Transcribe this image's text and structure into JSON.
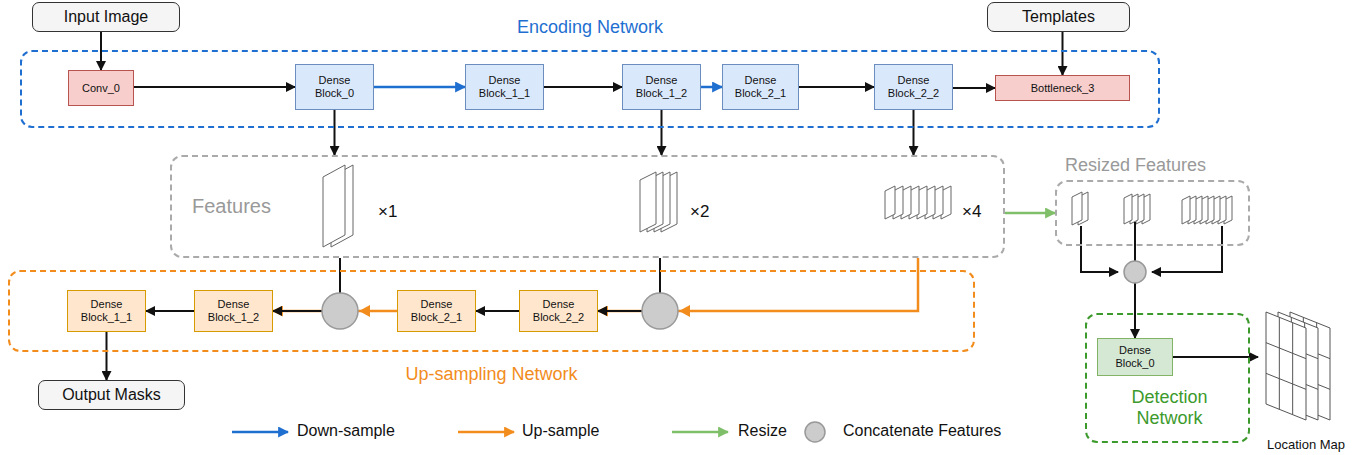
{
  "diagram": {
    "nodes": [
      {
        "text": [
          "Input Image"
        ]
      },
      {
        "text": [
          "Templates"
        ]
      },
      {
        "text": [
          "Encoding Network"
        ]
      },
      {
        "text": [
          "Conv_0"
        ],
        "in": 2
      },
      {
        "text": [
          "Dense Block_0"
        ],
        "in": 2
      },
      {
        "text": [
          "Dense Block_1_1"
        ],
        "in": 2
      },
      {
        "text": [
          "Dense Block_1_2"
        ],
        "in": 2
      },
      {
        "text": [
          "Dense Block_2_1"
        ],
        "in": 2
      },
      {
        "text": [
          "Dense Block_2_2"
        ],
        "in": 2
      },
      {
        "text": [
          "Bottleneck_3"
        ],
        "in": 2
      },
      {
        "text": [
          "Features"
        ]
      },
      {
        "text": [
          "Resized Features"
        ]
      },
      {
        "text": [
          "Up-sampling Network"
        ]
      },
      {
        "text": [
          "Dense Block_1_1"
        ],
        "in": 12
      },
      {
        "text": [
          "Dense Block_1_2"
        ],
        "in": 12
      },
      {
        "text": [
          "Dense Block_2_1"
        ],
        "in": 12
      },
      {
        "text": [
          "Dense Block_2_2"
        ],
        "in": 12
      },
      {
        "text": [
          "Output Masks"
        ]
      },
      {
        "text": [
          "Detection Network"
        ]
      },
      {
        "text": [
          "Dense Block_0"
        ],
        "in": 18
      },
      {
        "text": [
          "Location Map"
        ]
      }
    ],
    "edges": [
      {
        "from": 0,
        "to": 3,
        "arrow": "to"
      },
      {
        "from": 1,
        "to": 9,
        "arrow": "to"
      },
      {
        "from": 3,
        "to": 4,
        "arrow": "to"
      },
      {
        "from": 4,
        "to": 5,
        "arrow": "to"
      },
      {
        "from": 5,
        "to": 6,
        "arrow": "to"
      },
      {
        "from": 6,
        "to": 7,
        "arrow": "to"
      },
      {
        "from": 7,
        "to": 8,
        "arrow": "to"
      },
      {
        "from": 8,
        "to": 9,
        "arrow": "to"
      },
      {
        "from": 4,
        "to": 10,
        "arrow": "to"
      },
      {
        "from": 6,
        "to": 10,
        "arrow": "to"
      },
      {
        "from": 8,
        "to": 10,
        "arrow": "to"
      },
      {
        "from": 10,
        "to": 11,
        "arrow": "to"
      },
      {
        "from": 10,
        "to": 16,
        "arrow": "to"
      },
      {
        "from": 10,
        "to": 16,
        "arrow": "to"
      },
      {
        "from": 16,
        "to": 15,
        "arrow": "to"
      },
      {
        "from": 15,
        "to": 14,
        "arrow": "to"
      },
      {
        "from": 10,
        "to": 14,
        "arrow": "to"
      },
      {
        "from": 14,
        "to": 13,
        "arrow": "to"
      },
      {
        "from": 13,
        "to": 17,
        "arrow": "to"
      },
      {
        "from": 11,
        "to": 19,
        "arrow": "to"
      },
      {
        "from": 19,
        "to": 20,
        "arrow": "to"
      }
    ],
    "labels": [
      "×1",
      "×2",
      "×4"
    ],
    "legend": [
      {
        "text": "Down-sample"
      },
      {
        "text": "Up-sample"
      },
      {
        "text": "Resize"
      },
      {
        "text": "Concatenate Features"
      }
    ]
  }
}
